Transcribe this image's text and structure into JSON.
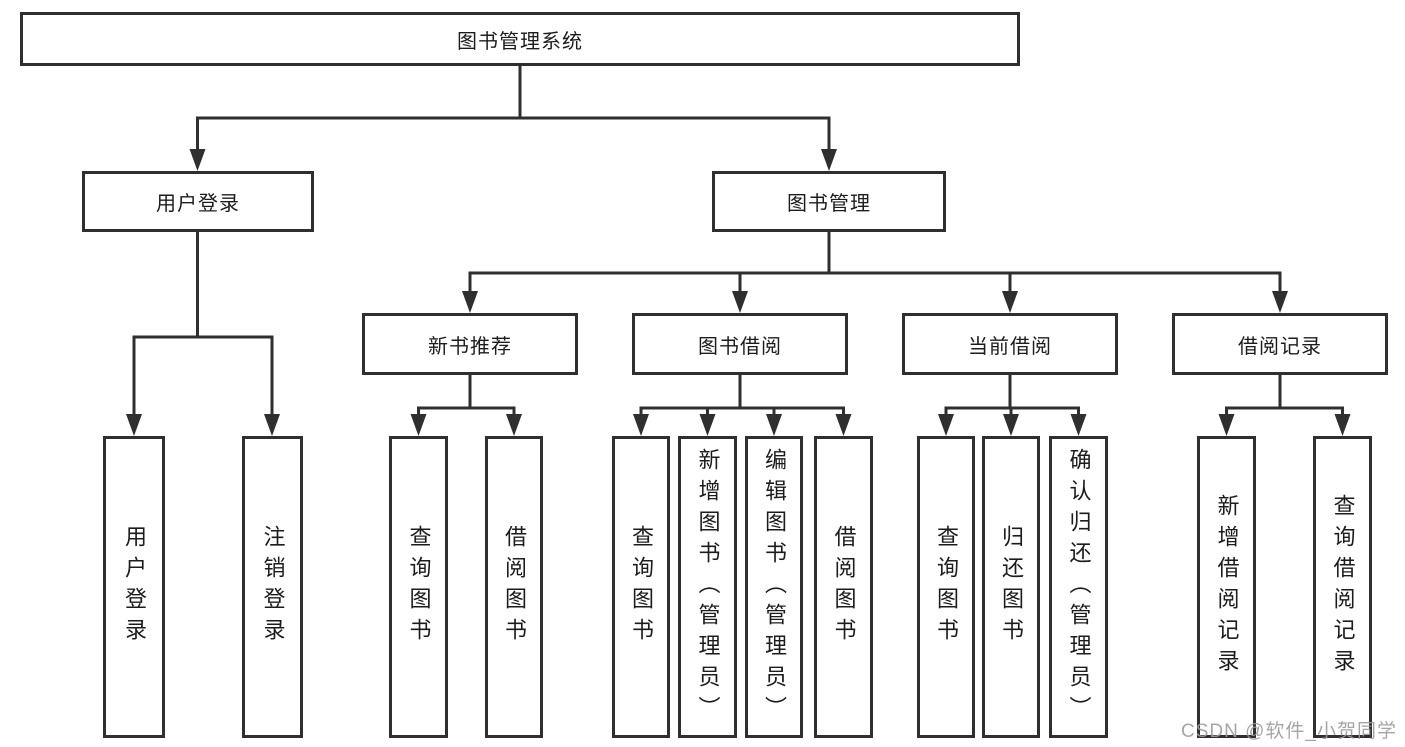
{
  "diagram_title": "图书管理系统",
  "tree": {
    "root": {
      "label": "图书管理系统"
    },
    "branches": [
      {
        "label": "用户登录",
        "children": [
          {
            "label": "用户登录"
          },
          {
            "label": "注销登录"
          }
        ]
      },
      {
        "label": "图书管理",
        "children": [
          {
            "label": "新书推荐",
            "children": [
              {
                "label": "查询图书"
              },
              {
                "label": "借阅图书"
              }
            ]
          },
          {
            "label": "图书借阅",
            "children": [
              {
                "label": "查询图书"
              },
              {
                "label": "新增图书（管理员）"
              },
              {
                "label": "编辑图书（管理员）"
              },
              {
                "label": "借阅图书"
              }
            ]
          },
          {
            "label": "当前借阅",
            "children": [
              {
                "label": "查询图书"
              },
              {
                "label": "归还图书"
              },
              {
                "label": "确认归还（管理员）"
              }
            ]
          },
          {
            "label": "借阅记录",
            "children": [
              {
                "label": "新增借阅记录"
              },
              {
                "label": "查询借阅记录"
              }
            ]
          }
        ]
      }
    ]
  },
  "watermark": {
    "text": "CSDN @软件_小贺同学"
  },
  "colors": {
    "line": "#2f2f2f",
    "text": "#1c1c1c",
    "background": "#ffffff",
    "watermark": "#9c9c9c"
  }
}
